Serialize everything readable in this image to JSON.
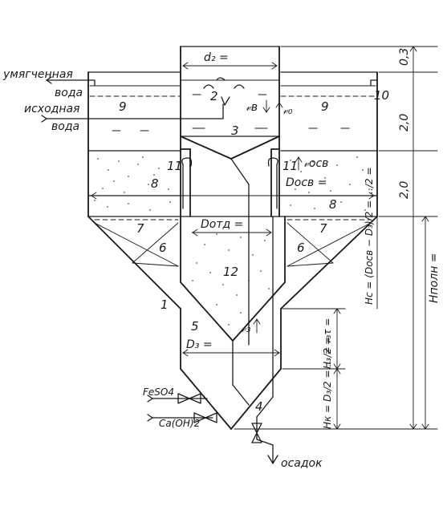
{
  "labels": {
    "softened_water": [
      "умягченная",
      "вода"
    ],
    "source_water": [
      "исходная",
      "вода"
    ],
    "sludge": "осадок",
    "feso4": "FeSO4",
    "lime": "Ca(OH)2"
  },
  "dimension_labels": {
    "d2": "d₂ =",
    "d_osv": "Dосв =",
    "d_otd": "Dотд =",
    "d3": "D₃ =",
    "v_b": "𝓋в",
    "v_0": "𝓋₀",
    "v_osv": "𝓋осв",
    "v_3": "𝓋₃"
  },
  "height_labels": {
    "h_top": "0,3",
    "h_1": "2,0",
    "h_2": "2,0",
    "h_polн": "Hполн =",
    "h_c": "Hc = (Dосв − D₃)/2 = …/2 =",
    "h_3": "H₃ = 𝓋₃τ =",
    "h_k": "Hк = D₃/2 = …/2 ="
  },
  "numbers": [
    "1",
    "2",
    "3",
    "4",
    "5",
    "6",
    "7",
    "8",
    "9",
    "10",
    "11",
    "12"
  ]
}
